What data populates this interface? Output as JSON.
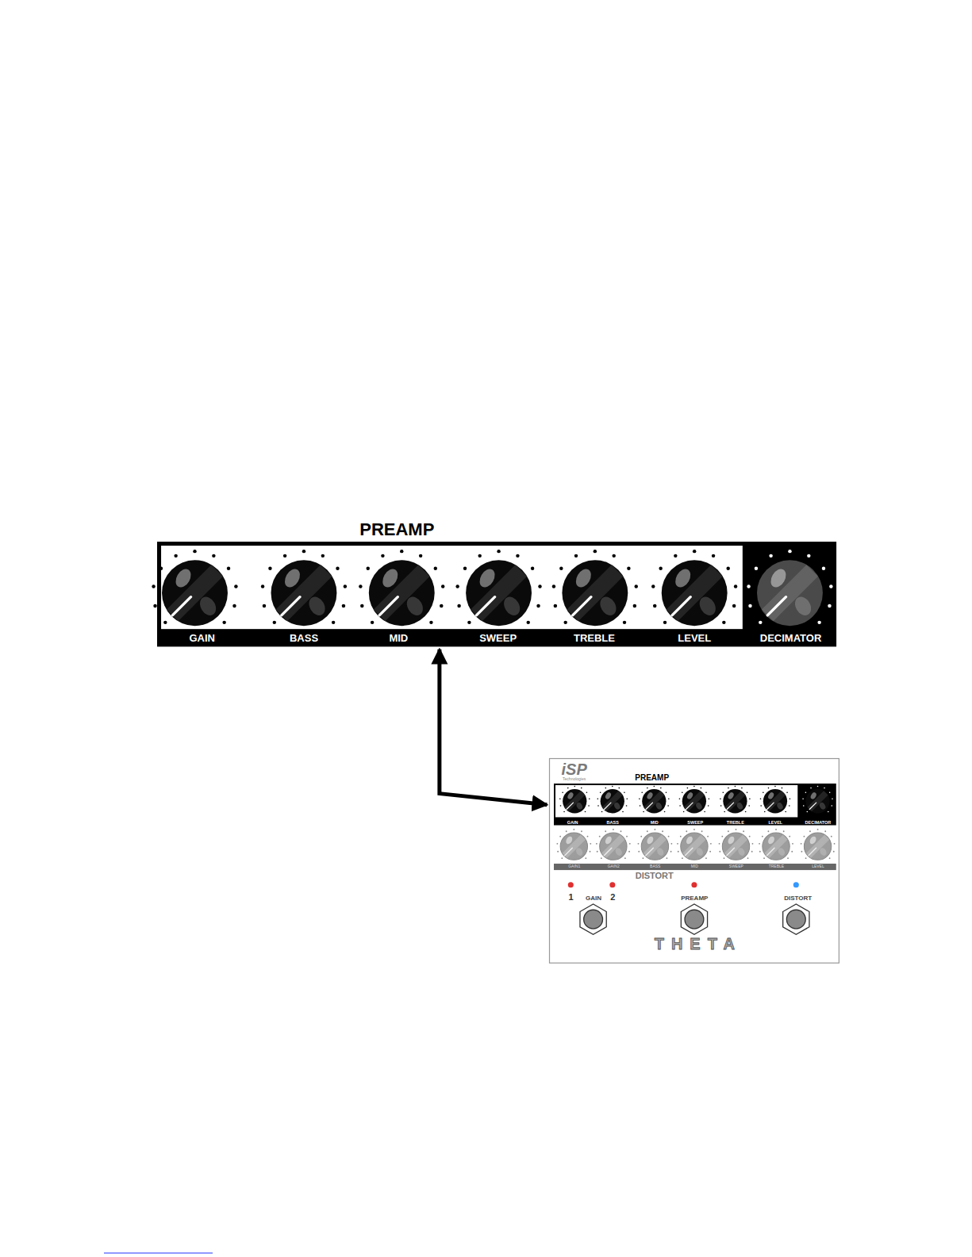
{
  "diagram": {
    "nodes": [
      {
        "text": [
          "PREAMP",
          "GAIN",
          "BASS",
          "MID",
          "SWEEP",
          "TREBLE",
          "LEVEL",
          "DECIMATOR"
        ]
      },
      {
        "text": [
          "iSP",
          "Technologies",
          "1",
          "GAIN",
          "2",
          "PREAMP",
          "DISTORT",
          "THETA"
        ]
      },
      {
        "text": [
          "PREAMP",
          "GAIN",
          "BASS",
          "MID",
          "SWEEP",
          "TREBLE",
          "LEVEL",
          "DECIMATOR"
        ],
        "in": 1
      },
      {
        "text": [
          "DISTORT",
          "GAIN1",
          "GAIN2",
          "BASS",
          "MID",
          "SWEEP",
          "TREBLE",
          "LEVEL"
        ],
        "in": 1
      }
    ],
    "edges": [
      {
        "from": 1,
        "to": 0,
        "arrow": "both"
      }
    ]
  }
}
